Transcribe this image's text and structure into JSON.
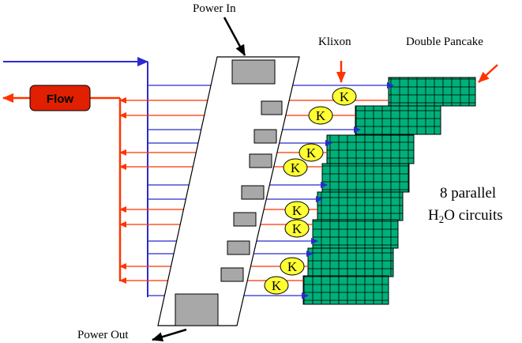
{
  "labels": {
    "power_in": "Power In",
    "power_out": "Power Out",
    "klixon": "Klixon",
    "double_pancake": "Double Pancake",
    "flow": "Flow",
    "circuits_line1": "8 parallel",
    "circuits_line2_prefix": "H",
    "circuits_line2_sub": "2",
    "circuits_line2_suffix": "O circuits",
    "klixon_symbol": "K"
  },
  "colors": {
    "supply_line": "#2a2ad0",
    "return_line": "#ff3300",
    "flow_box": "#e02000",
    "coil_tile": "#00b07a",
    "klixon_fill": "#ffff33",
    "lead_block": "#a8a8a8"
  },
  "circuit_count": 8,
  "klixon_count": 8
}
